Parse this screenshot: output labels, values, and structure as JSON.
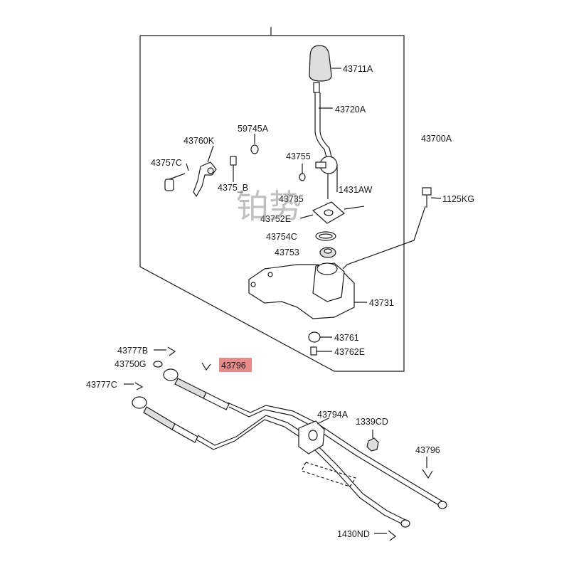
{
  "diagram": {
    "assembly_label": "43700A",
    "highlight_color": "#e88a8a",
    "watermark": "铂势",
    "parts": {
      "p43711A": "43711A",
      "p43720A": "43720A",
      "p59745A": "59745A",
      "p43760K": "43760K",
      "p43757C": "43757C",
      "p43755": "43755",
      "p1431AW": "1431AW",
      "p1125KG": "1125KG",
      "p43758B": "4375_B",
      "p43735": "43735",
      "p43752E": "43752E",
      "p43754C": "43754C",
      "p43753": "43753",
      "p43731": "43731",
      "p43761": "43761",
      "p43762E": "43762E",
      "p43777B": "43777B",
      "p43750G": "43750G",
      "p43796_hl": "43796",
      "p43777C": "43777C",
      "p43794A": "43794A",
      "p1339CD": "1339CD",
      "p43796": "43796",
      "p1430ND": "1430ND"
    }
  }
}
